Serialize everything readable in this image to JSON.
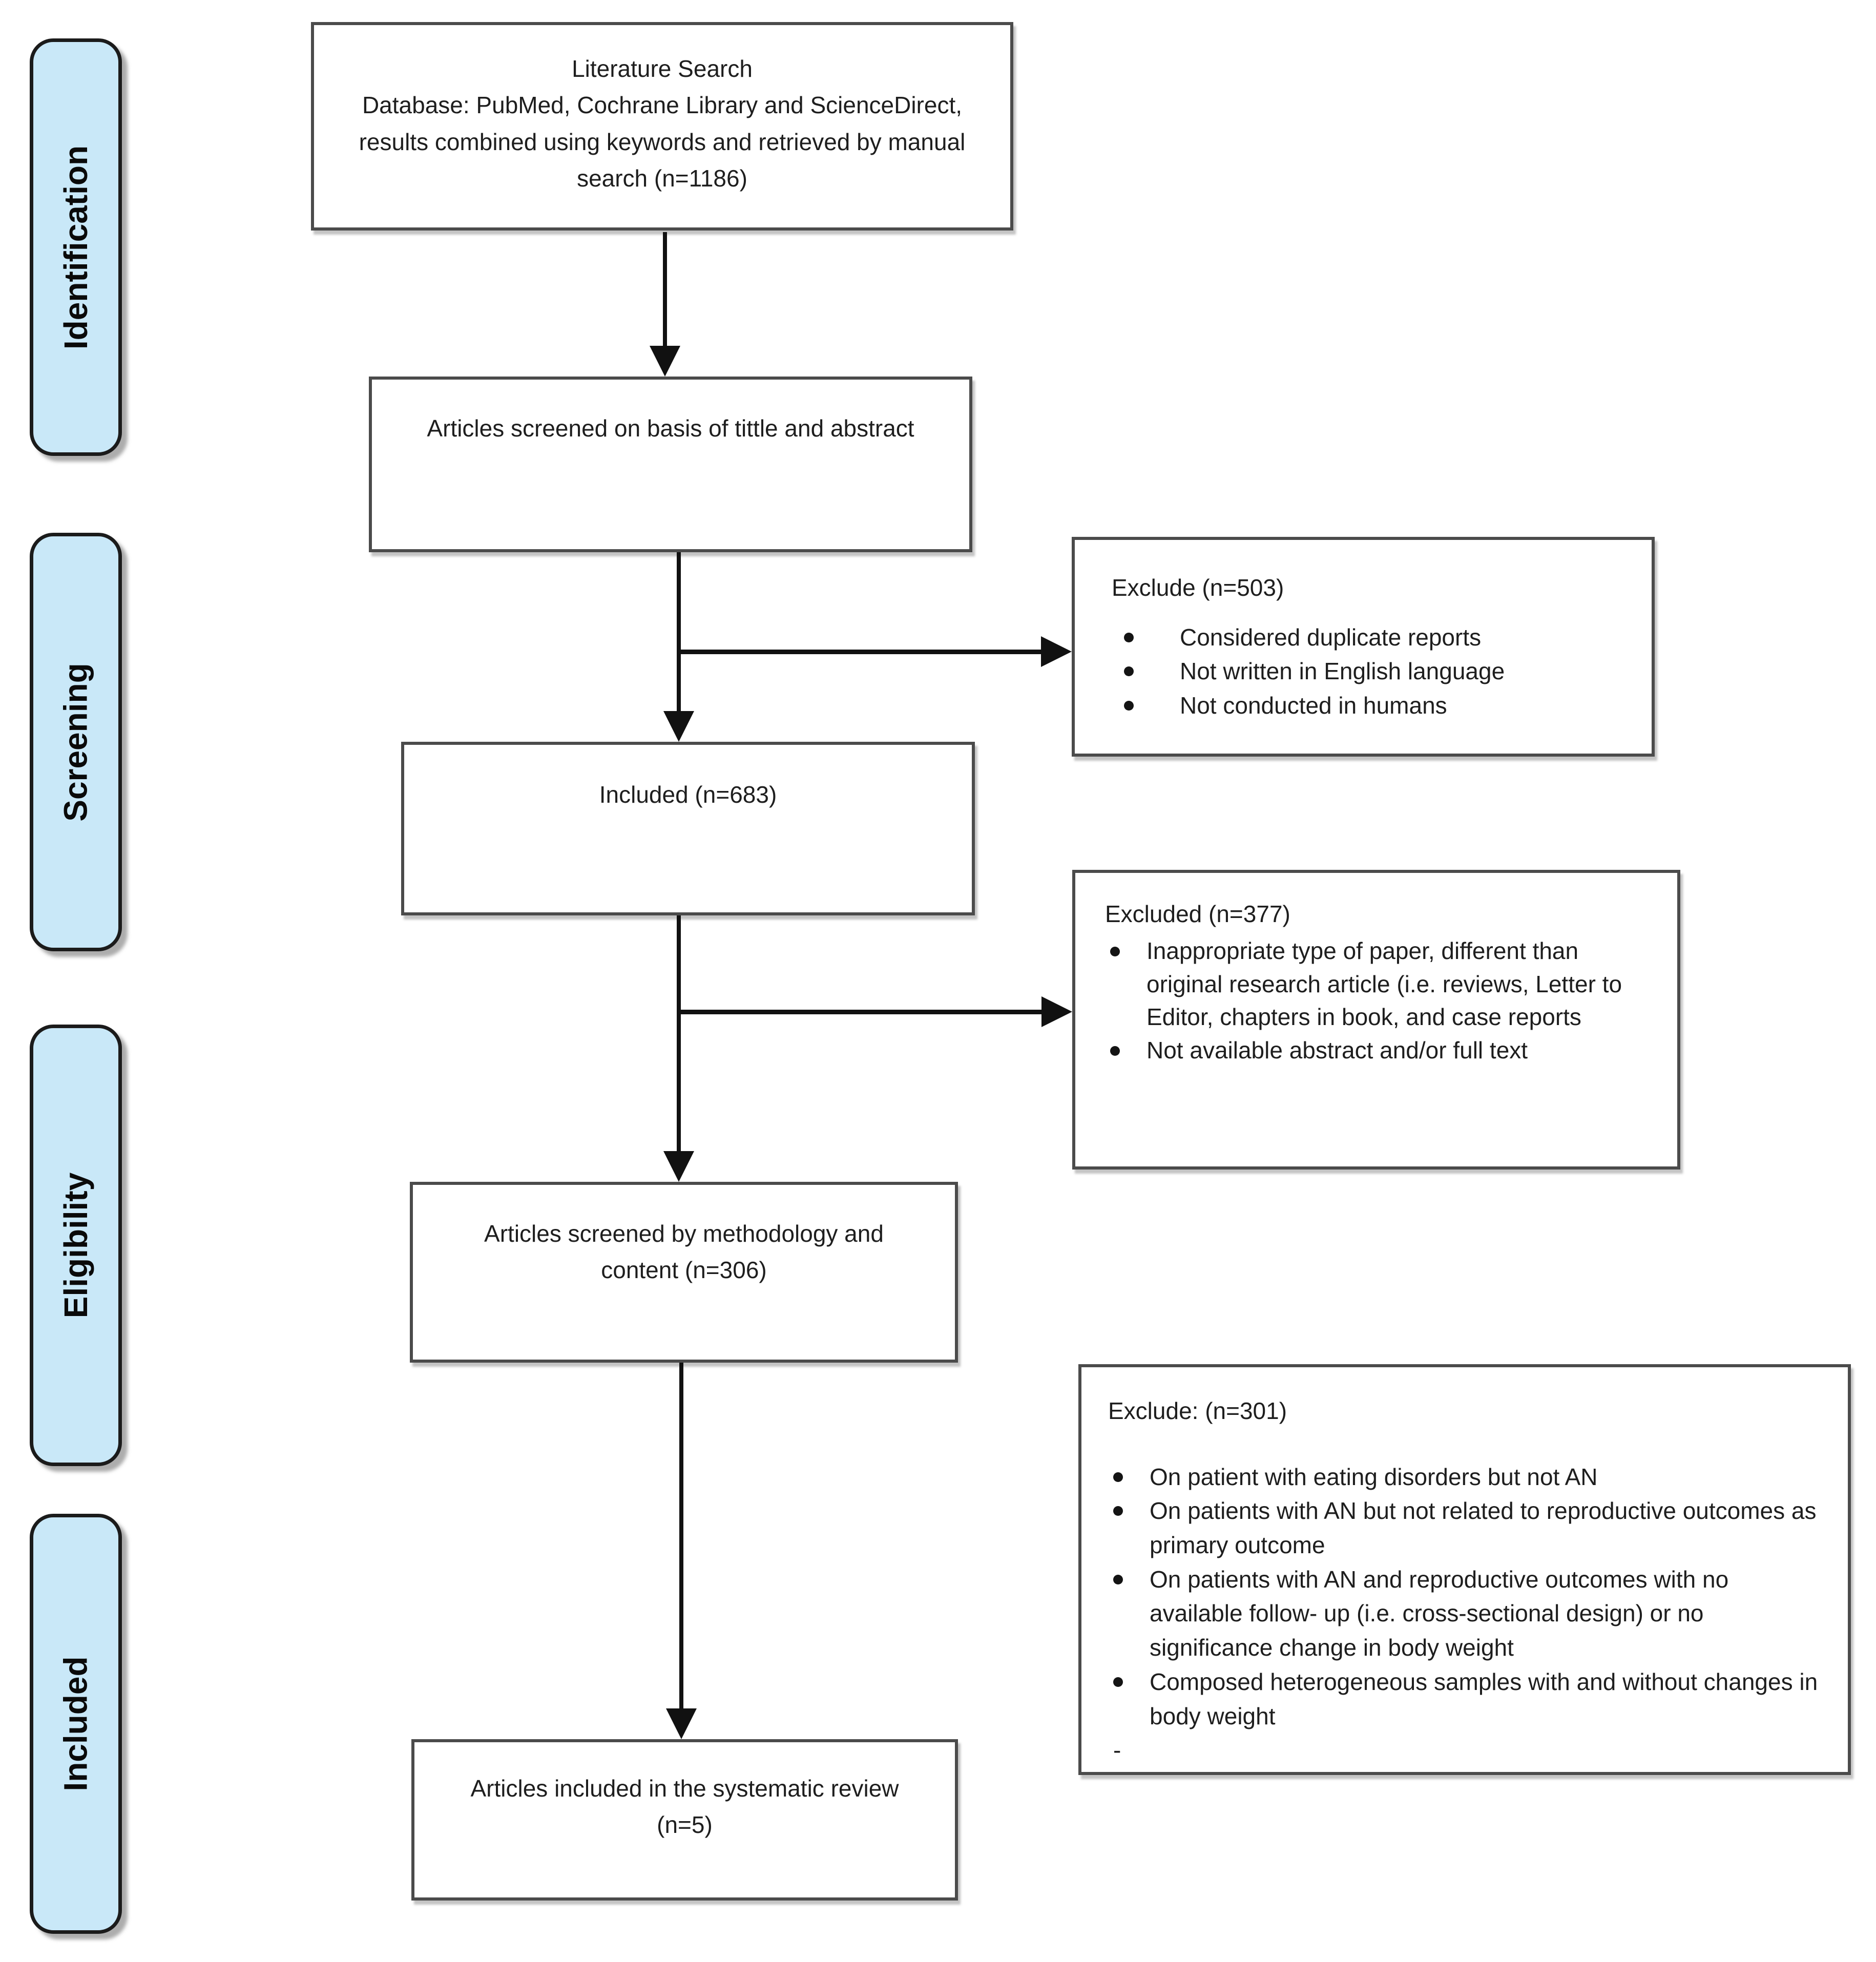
{
  "stages": [
    {
      "label": "Identification"
    },
    {
      "label": "Screening"
    },
    {
      "label": "Eligibility"
    },
    {
      "label": "Included"
    }
  ],
  "boxes": {
    "literature_search": {
      "title": "Literature Search",
      "body": "Database: PubMed, Cochrane Library and ScienceDirect, results combined using keywords and retrieved by manual search (n=1186)"
    },
    "screened_title_abstract": {
      "text": "Articles screened on basis of tittle and abstract"
    },
    "included_683": {
      "text": "Included (n=683)"
    },
    "screened_methodology": {
      "text": "Articles screened by methodology and content (n=306)"
    },
    "included_review": {
      "line1": "Articles included in the systematic review",
      "line2": "(n=5)"
    }
  },
  "exclusions": {
    "exclude_503": {
      "heading": "Exclude (n=503)",
      "bullets": [
        "Considered duplicate reports",
        "Not written in English language",
        "Not conducted in humans"
      ]
    },
    "excluded_377": {
      "heading": "Excluded (n=377)",
      "bullets": [
        "Inappropriate type of paper, different than original research article (i.e. reviews, Letter to Editor, chapters in book, and case reports",
        "Not available abstract and/or full text"
      ]
    },
    "exclude_301": {
      "heading": "Exclude: (n=301)",
      "bullets": [
        "On patient with eating disorders but not AN",
        "On patients with AN but not related to reproductive outcomes as primary outcome",
        "On patients with AN and reproductive outcomes with no available follow- up (i.e. cross-sectional design) or no significance change in body weight",
        "Composed heterogeneous samples with and without changes in body weight"
      ],
      "footnote_dash": "-"
    }
  },
  "colors": {
    "stage_fill": "#C9E8F8",
    "stage_border": "#1b1b1b",
    "box_border": "#4b4b4b",
    "arrow": "#111111",
    "text": "#1e1e1e"
  }
}
